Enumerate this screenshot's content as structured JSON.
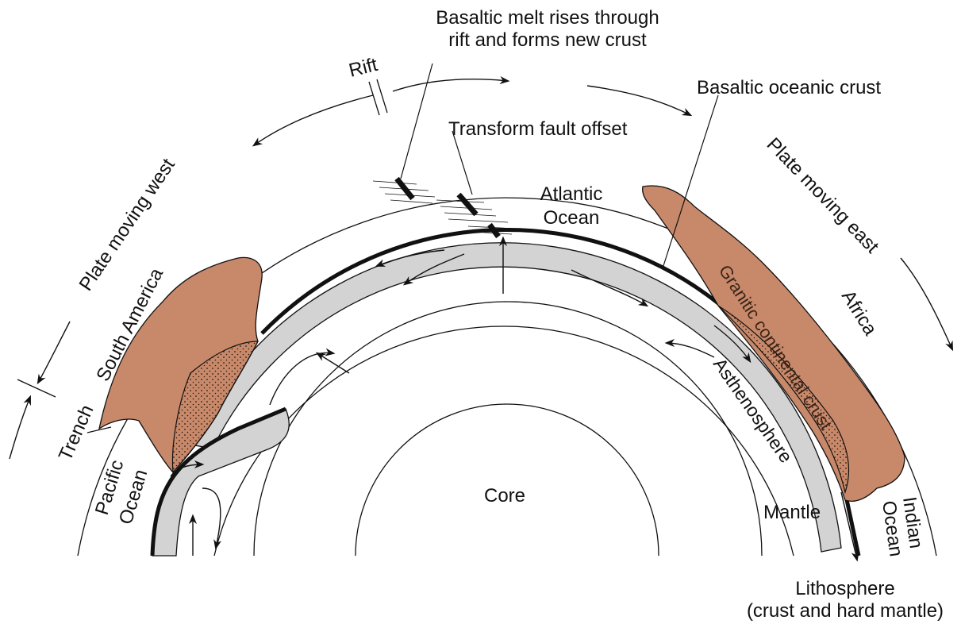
{
  "labels": {
    "melt_line1": "Basaltic melt rises through",
    "melt_line2": "rift and forms new crust",
    "rift": "Rift",
    "oceanic_crust": "Basaltic oceanic crust",
    "transform_fault": "Transform fault  offset",
    "atlantic_line1": "Atlantic",
    "atlantic_line2": "Ocean",
    "plate_west": "Plate moving west",
    "plate_east": "Plate moving east",
    "south_america": "South America",
    "africa": "Africa",
    "granitic_crust": "Granitic continental crust",
    "asthenosphere": "Asthenosphere",
    "trench": "Trench",
    "pacific_line1": "Pacific",
    "pacific_line2": "Ocean",
    "core": "Core",
    "mantle": "Mantle",
    "indian_line1": "Indian",
    "indian_line2": "Ocean",
    "lithosphere_line1": "Lithosphere",
    "lithosphere_line2": "(crust and hard mantle)"
  },
  "colors": {
    "continent": "#c8896a",
    "lithosphere": "#d3d3d3",
    "crust_line": "#111111",
    "outline": "#111111"
  }
}
